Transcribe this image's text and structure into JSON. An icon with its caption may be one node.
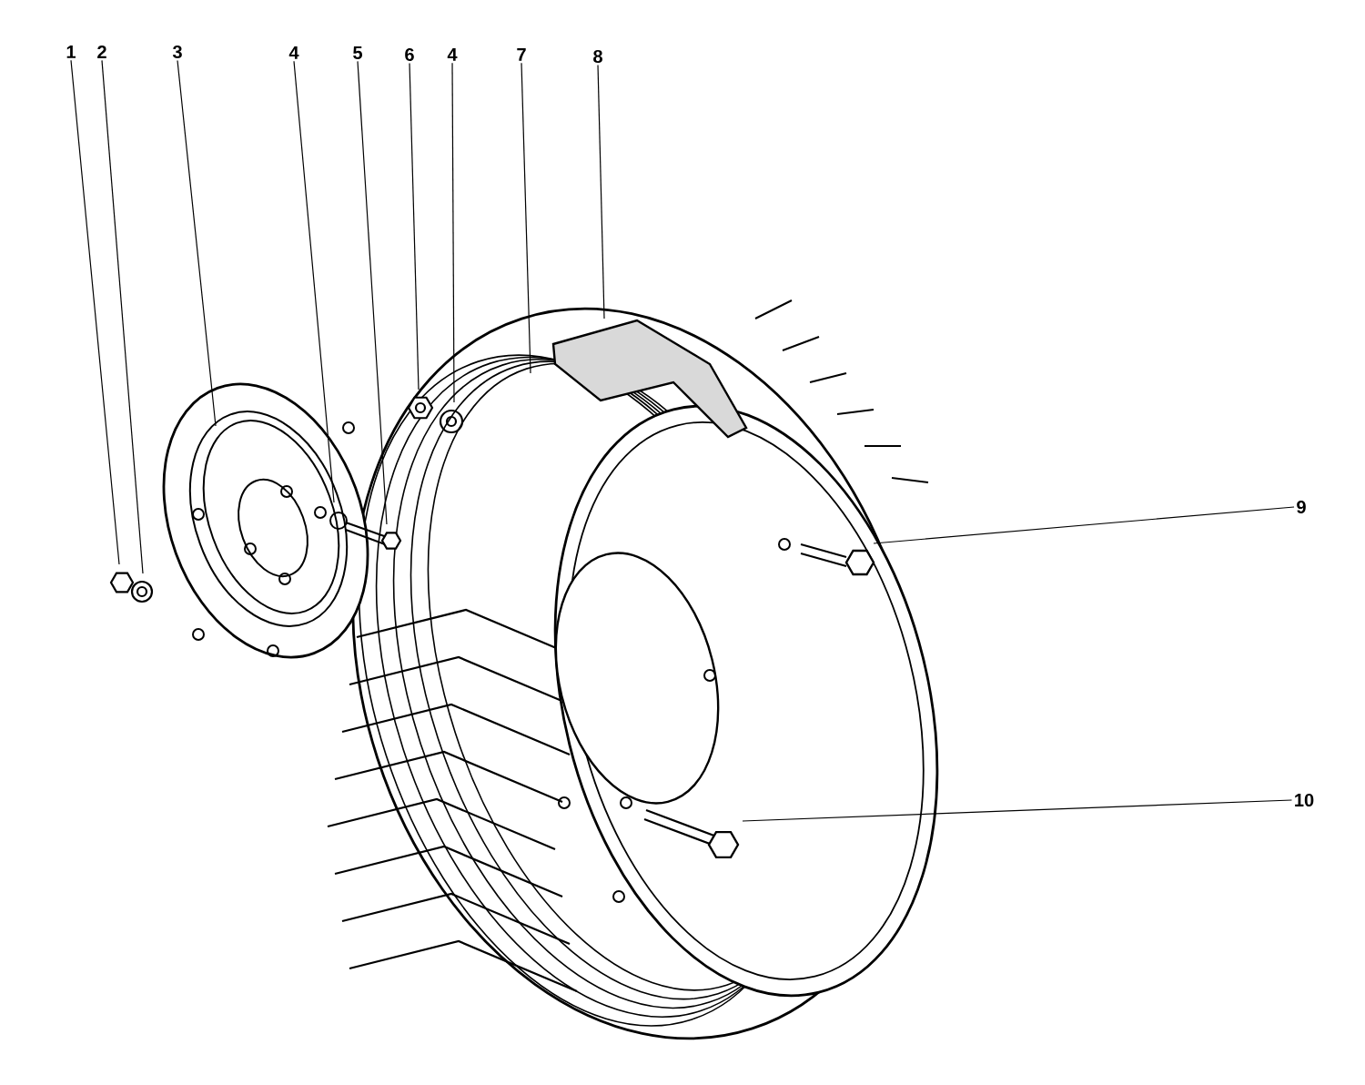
{
  "diagram": {
    "nodes": [
      {
        "text": [
          "1"
        ]
      },
      {
        "text": [
          "2"
        ]
      },
      {
        "text": [
          "3"
        ]
      },
      {
        "text": [
          "4"
        ]
      },
      {
        "text": [
          "5"
        ]
      },
      {
        "text": [
          "6"
        ]
      },
      {
        "text": [
          "4"
        ]
      },
      {
        "text": [
          "7"
        ]
      },
      {
        "text": [
          "8"
        ]
      },
      {
        "text": [
          "9"
        ]
      },
      {
        "text": [
          "10"
        ]
      }
    ],
    "edges": [
      {
        "from": 0,
        "to": null,
        "arrow": "none"
      },
      {
        "from": 1,
        "to": null,
        "arrow": "none"
      },
      {
        "from": 2,
        "to": null,
        "arrow": "none"
      },
      {
        "from": 3,
        "to": null,
        "arrow": "none"
      },
      {
        "from": 4,
        "to": null,
        "arrow": "none"
      },
      {
        "from": 5,
        "to": null,
        "arrow": "none"
      },
      {
        "from": 6,
        "to": null,
        "arrow": "none"
      },
      {
        "from": 7,
        "to": null,
        "arrow": "none"
      },
      {
        "from": 8,
        "to": null,
        "arrow": "none"
      },
      {
        "from": 9,
        "to": null,
        "arrow": "none"
      },
      {
        "from": 10,
        "to": null,
        "arrow": "none"
      }
    ]
  }
}
